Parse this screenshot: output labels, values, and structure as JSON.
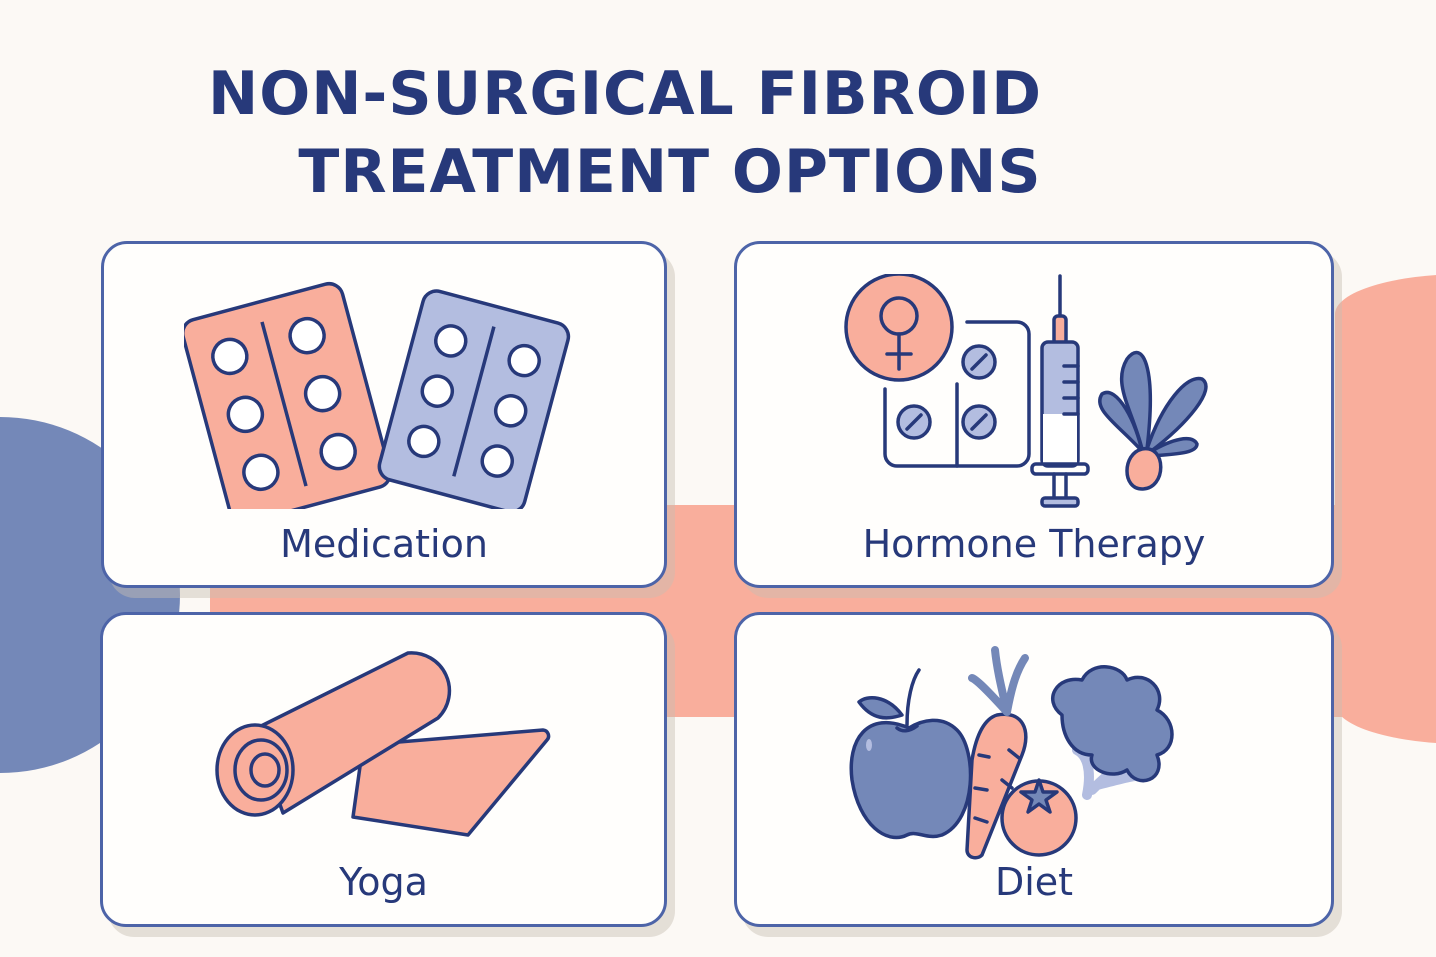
{
  "title": {
    "line1": "NON-SURGICAL FIBROID",
    "line2": "TREATMENT OPTIONS"
  },
  "colors": {
    "navy": "#27397a",
    "border_blue": "#4d64a8",
    "salmon": "#f9ae9c",
    "periwinkle": "#7488b8",
    "lavender": "#b3bde0",
    "background": "#fcf9f5"
  },
  "cards": [
    {
      "label": "Medication",
      "icon": "pill-blister-packs-icon"
    },
    {
      "label": "Hormone Therapy",
      "icon": "hormone-therapy-icon"
    },
    {
      "label": "Yoga",
      "icon": "yoga-mat-icon"
    },
    {
      "label": "Diet",
      "icon": "fruits-vegetables-icon"
    }
  ]
}
